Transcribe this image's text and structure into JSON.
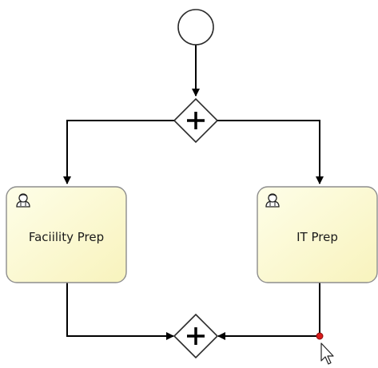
{
  "diagram": {
    "nodes": {
      "start_event": {
        "kind": "start-event"
      },
      "split_gateway": {
        "kind": "parallel-gateway",
        "icon": "plus-icon"
      },
      "task_facility": {
        "kind": "user-task",
        "label": "Faciility Prep",
        "icon": "user-icon"
      },
      "task_it": {
        "kind": "user-task",
        "label": "IT Prep",
        "icon": "user-icon"
      },
      "join_gateway": {
        "kind": "parallel-gateway",
        "icon": "plus-icon"
      }
    },
    "edges": [
      {
        "from": "start_event",
        "to": "split_gateway"
      },
      {
        "from": "split_gateway",
        "to": "task_facility"
      },
      {
        "from": "split_gateway",
        "to": "task_it"
      },
      {
        "from": "task_facility",
        "to": "join_gateway"
      },
      {
        "from": "task_it",
        "to": "join_gateway"
      }
    ],
    "colors": {
      "task_fill_light": "#fefee8",
      "task_fill_dark": "#f8f3bd",
      "task_border": "#8d8d8d",
      "line": "#000000",
      "selected_point": "#d81a1a"
    }
  },
  "cursor": {
    "icon": "mouse-pointer-icon"
  }
}
